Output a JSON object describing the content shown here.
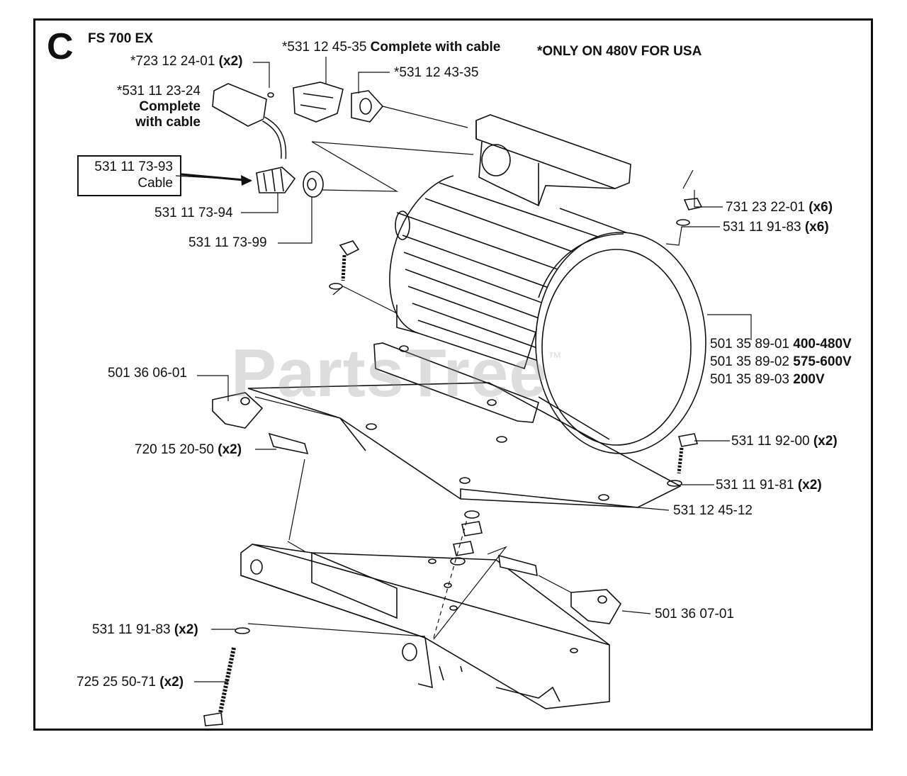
{
  "section_letter": "C",
  "model": "FS 700 EX",
  "note": "*ONLY ON 480V FOR USA",
  "watermark": "PartsTree",
  "watermark_mark": "™",
  "cable_box": {
    "number": "531 11 73-93",
    "name": "Cable"
  },
  "parts": {
    "p723_12_24_01": {
      "num": "*723 12 24-01",
      "qty": "(x2)"
    },
    "p531_12_45_35": {
      "num": "*531 12 45-35",
      "desc": "Complete with cable"
    },
    "p531_12_43_35": {
      "num": "*531 12 43-35"
    },
    "p531_11_23_24": {
      "num": "*531 11 23-24",
      "line2": "Complete",
      "line3": "with cable"
    },
    "p531_11_73_94": {
      "num": "531 11 73-94"
    },
    "p531_11_73_99": {
      "num": "531 11 73-99"
    },
    "p731_23_22_01": {
      "num": "731 23 22-01",
      "qty": "(x6)"
    },
    "p531_11_91_83_top": {
      "num": "531 11 91-83",
      "qty": "(x6)"
    },
    "p501_35_89_01": {
      "num": "501 35 89-01",
      "volt": "400-480V"
    },
    "p501_35_89_02": {
      "num": "501 35 89-02",
      "volt": "575-600V"
    },
    "p501_35_89_03": {
      "num": "501 35 89-03",
      "volt": "200V"
    },
    "p501_36_06_01": {
      "num": "501 36 06-01"
    },
    "p720_15_20_50": {
      "num": "720 15 20-50",
      "qty": "(x2)"
    },
    "p531_11_92_00": {
      "num": "531 11 92-00",
      "qty": "(x2)"
    },
    "p531_11_91_81": {
      "num": "531 11 91-81",
      "qty": "(x2)"
    },
    "p531_12_45_12": {
      "num": "531 12 45-12"
    },
    "p501_36_07_01": {
      "num": "501 36 07-01"
    },
    "p531_11_91_83_bot": {
      "num": "531 11 91-83",
      "qty": "(x2)"
    },
    "p725_25_50_71": {
      "num": "725 25 50-71",
      "qty": "(x2)"
    }
  }
}
